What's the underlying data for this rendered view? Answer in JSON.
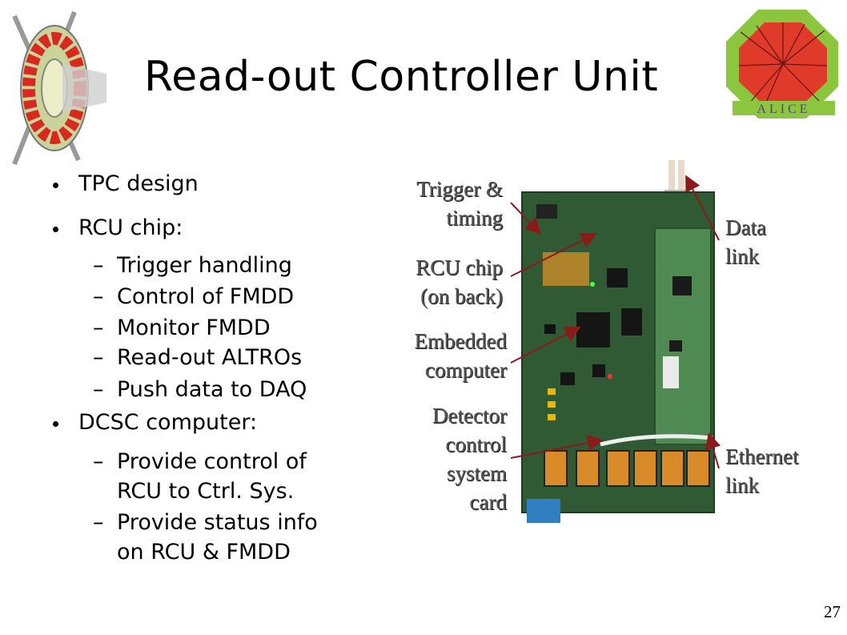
{
  "slide": {
    "title": "Read-out Controller Unit",
    "page_number": "27"
  },
  "bullets": {
    "tpc": "TPC design",
    "rcu": "RCU chip:",
    "rcu_items": [
      "Trigger handling",
      "Control of FMDD",
      "Monitor FMDD",
      "Read-out ALTROs",
      "Push data to DAQ"
    ],
    "dcsc": "DCSC computer:",
    "dcsc_items": [
      [
        "Provide control of",
        "RCU to Ctrl. Sys."
      ],
      [
        "Provide status info",
        "on RCU & FMDD"
      ]
    ]
  },
  "labels": {
    "trigger": [
      "Trigger &",
      "timing"
    ],
    "rcu_chip": [
      "RCU chip",
      "(on back)"
    ],
    "embedded": [
      "Embedded",
      "computer"
    ],
    "detector": [
      "Detector",
      "control",
      "system",
      "card"
    ],
    "data_link": [
      "Data",
      "link"
    ],
    "ethernet": [
      "Ethernet",
      "link"
    ]
  },
  "colors": {
    "pcb": "#2f5a34",
    "arrow": "#8b1a1a",
    "alice_green": "#8cc63f",
    "alice_red": "#e03a2a"
  }
}
